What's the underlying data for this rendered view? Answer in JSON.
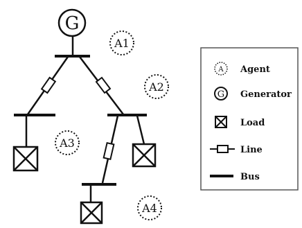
{
  "colors": {
    "stroke": "#111111",
    "background": "#ffffff"
  },
  "diagram": {
    "generator_letter": "G",
    "agents": [
      {
        "id": "a1",
        "label": "A1"
      },
      {
        "id": "a2",
        "label": "A2"
      },
      {
        "id": "a3",
        "label": "A3"
      },
      {
        "id": "a4",
        "label": "A4"
      }
    ]
  },
  "legend": {
    "agent_symbol": "A",
    "generator_symbol": "G",
    "agent_label": "Agent",
    "generator_label": "Generator",
    "load_label": "Load",
    "line_label": "Line",
    "bus_label": "Bus"
  }
}
